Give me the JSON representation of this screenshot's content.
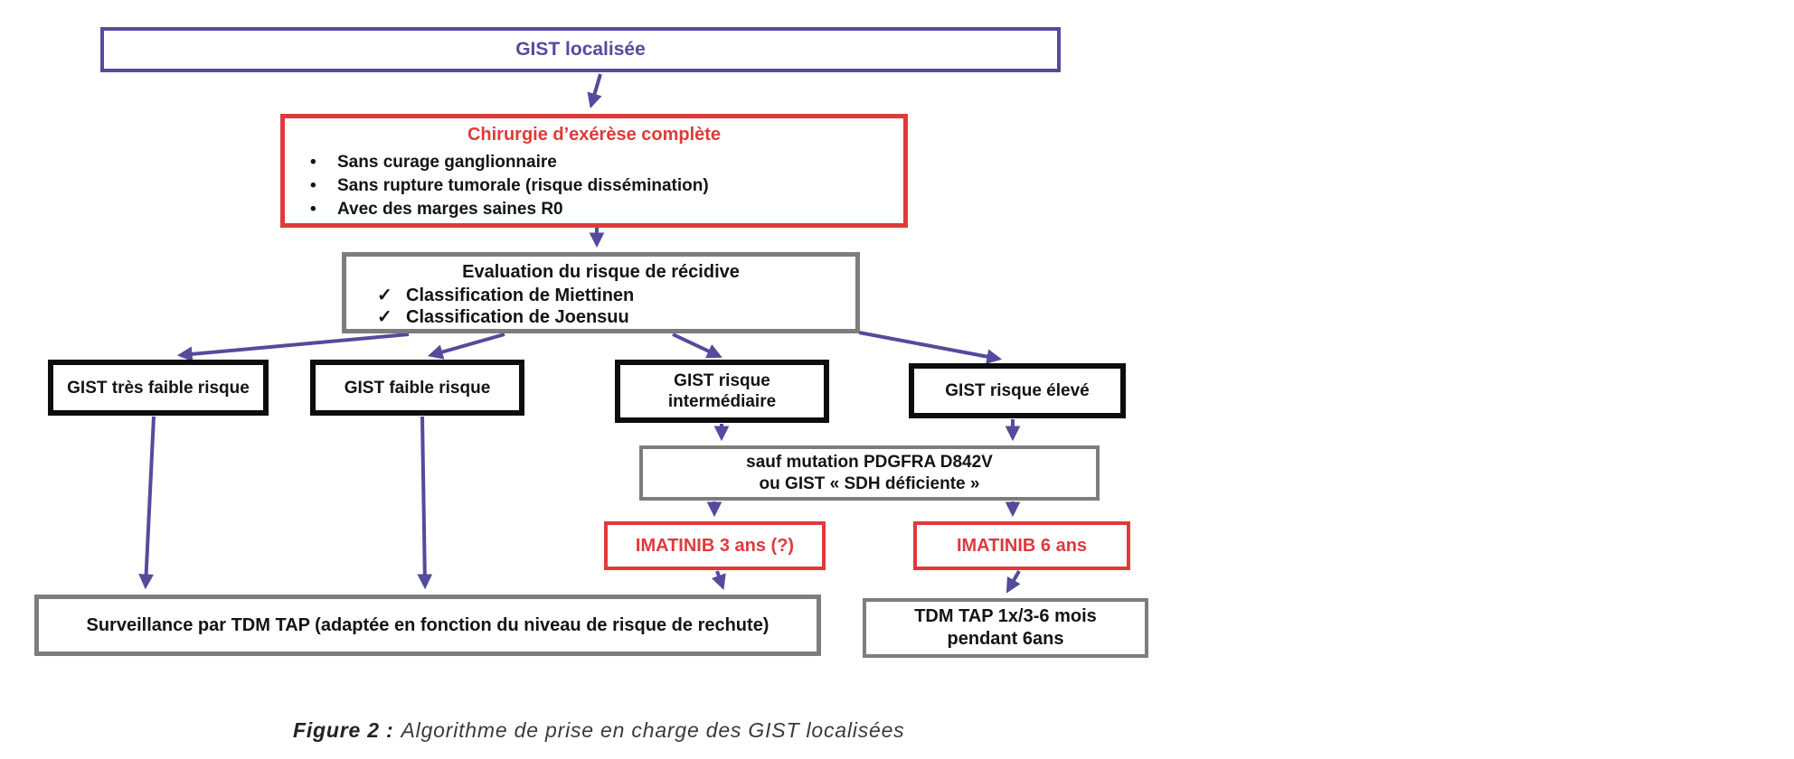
{
  "figure_caption": {
    "label": "Figure 2 :",
    "text": "Algorithme de prise en charge des GIST localisées"
  },
  "glyphs": {
    "bullet": "•",
    "check": "✓"
  },
  "colors": {
    "purple_accent": "#544c9c",
    "red_accent": "#e03a3a",
    "gray_border": "#7d7d7d",
    "black_border": "#0d0d0d",
    "arrow": "#534b9b"
  },
  "nodes": {
    "gist_localisee": {
      "label": "GIST localisée"
    },
    "chirurgie": {
      "title": "Chirurgie d’exérèse complète",
      "bullets": [
        "Sans curage ganglionnaire",
        "Sans rupture tumorale (risque dissémination)",
        "Avec des marges saines R0"
      ]
    },
    "evaluation": {
      "title": "Evaluation du risque de récidive",
      "items": [
        "Classification de Miettinen",
        "Classification de Joensuu"
      ]
    },
    "gist_tres_faible": {
      "label": "GIST très faible risque"
    },
    "gist_faible": {
      "label": "GIST faible risque"
    },
    "gist_intermediaire": {
      "line1": "GIST risque",
      "line2": "intermédiaire"
    },
    "gist_eleve": {
      "label": "GIST risque élevé"
    },
    "exception": {
      "line1": "sauf mutation PDGFRA D842V",
      "line2": "ou GIST « SDH déficiente »"
    },
    "imatinib_3ans": {
      "label": "IMATINIB 3 ans (?)"
    },
    "imatinib_6ans": {
      "label": "IMATINIB 6 ans"
    },
    "surveillance": {
      "label": "Surveillance par TDM TAP (adaptée en fonction du niveau de risque de rechute)"
    },
    "tdm_tap": {
      "line1": "TDM TAP 1x/3-6 mois",
      "line2": "pendant 6ans"
    }
  }
}
